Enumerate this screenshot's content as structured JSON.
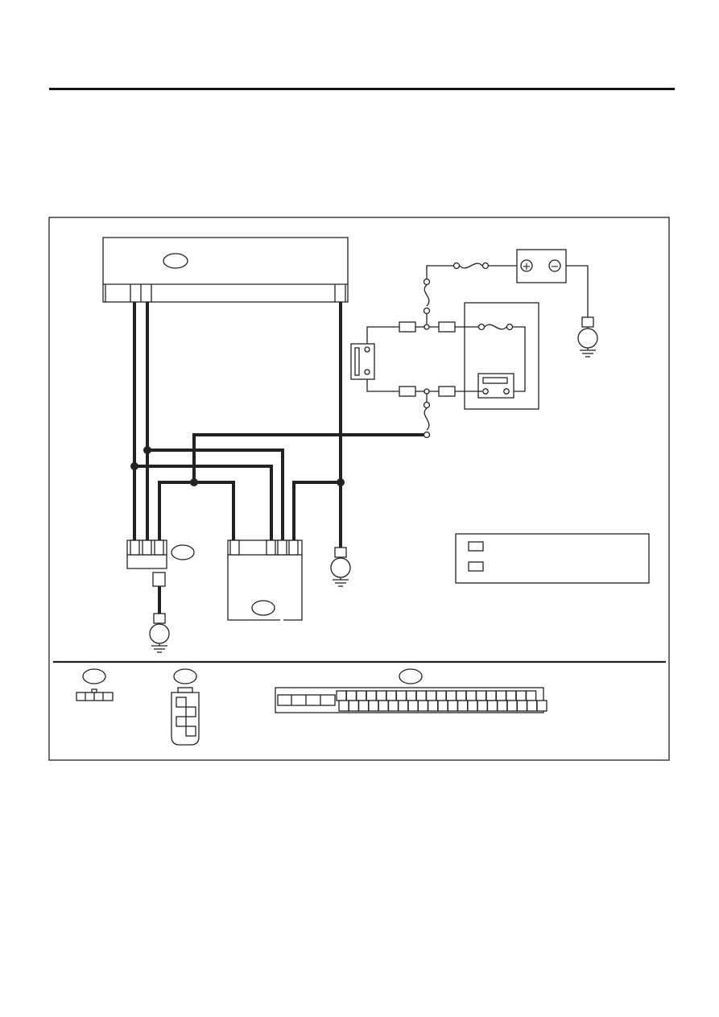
{
  "page": {
    "has_header_rule": true
  },
  "diagram": {
    "type": "wiring-diagram",
    "labels": {
      "battery_positive": "+",
      "battery_negative": "−"
    },
    "components": [
      "control-module",
      "battery",
      "fuse",
      "relay-box",
      "switch",
      "sensor-connector",
      "actuator-unit",
      "ground-points"
    ],
    "legend": {
      "rows": 2
    },
    "connector_views": {
      "count": 3
    }
  }
}
